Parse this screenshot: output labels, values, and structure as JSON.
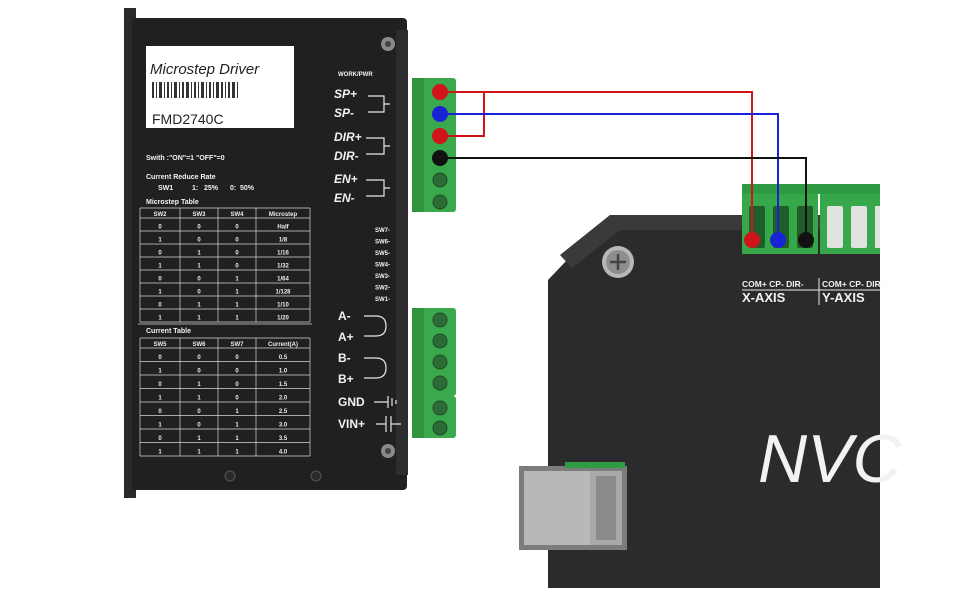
{
  "driver": {
    "label_title": "Microstep Driver",
    "label_model": "FMD2740C",
    "work_pwr": "WORK/PWR",
    "signal_pins": [
      "SP+",
      "SP-",
      "DIR+",
      "DIR-",
      "EN+",
      "EN-"
    ],
    "motor_pins": [
      "A-",
      "A+",
      "B-",
      "B+",
      "GND",
      "VIN+"
    ],
    "switch_labels": [
      "SW7-",
      "SW6-",
      "SW5-",
      "SW4-",
      "SW3-",
      "SW2-",
      "SW1-"
    ],
    "switch_note": "Swith :\"ON\"=1 \"OFF\"=0",
    "reduce_title": "Current Reduce Rate",
    "reduce_row": [
      "SW1",
      "1:",
      "25%",
      "0:",
      "50%"
    ],
    "microstep_title": "Microstep Table",
    "microstep_headers": [
      "SW2",
      "SW3",
      "SW4",
      "Microstep"
    ],
    "microstep_rows": [
      [
        "0",
        "0",
        "0",
        "Half"
      ],
      [
        "1",
        "0",
        "0",
        "1/8"
      ],
      [
        "0",
        "1",
        "0",
        "1/16"
      ],
      [
        "1",
        "1",
        "0",
        "1/32"
      ],
      [
        "0",
        "0",
        "1",
        "1/64"
      ],
      [
        "1",
        "0",
        "1",
        "1/128"
      ],
      [
        "0",
        "1",
        "1",
        "1/10"
      ],
      [
        "1",
        "1",
        "1",
        "1/20"
      ]
    ],
    "current_title": "Current Table",
    "current_headers": [
      "SW5",
      "SW6",
      "SW7",
      "Current(A)"
    ],
    "current_rows": [
      [
        "0",
        "0",
        "0",
        "0.5"
      ],
      [
        "1",
        "0",
        "0",
        "1.0"
      ],
      [
        "0",
        "1",
        "0",
        "1.5"
      ],
      [
        "1",
        "1",
        "0",
        "2.0"
      ],
      [
        "0",
        "0",
        "1",
        "2.5"
      ],
      [
        "1",
        "0",
        "1",
        "3.0"
      ],
      [
        "0",
        "1",
        "1",
        "3.5"
      ],
      [
        "1",
        "1",
        "1",
        "4.0"
      ]
    ]
  },
  "controller": {
    "x_terminal_label": "COM+ CP- DIR-",
    "y_terminal_label": "COM+ CP- DIR-",
    "x_axis": "X-AXIS",
    "y_axis": "Y-AXIS",
    "brand_partial": "NVC"
  },
  "wires": {
    "red": "#d0141a",
    "blue": "#1a22d6",
    "black": "#111111"
  }
}
